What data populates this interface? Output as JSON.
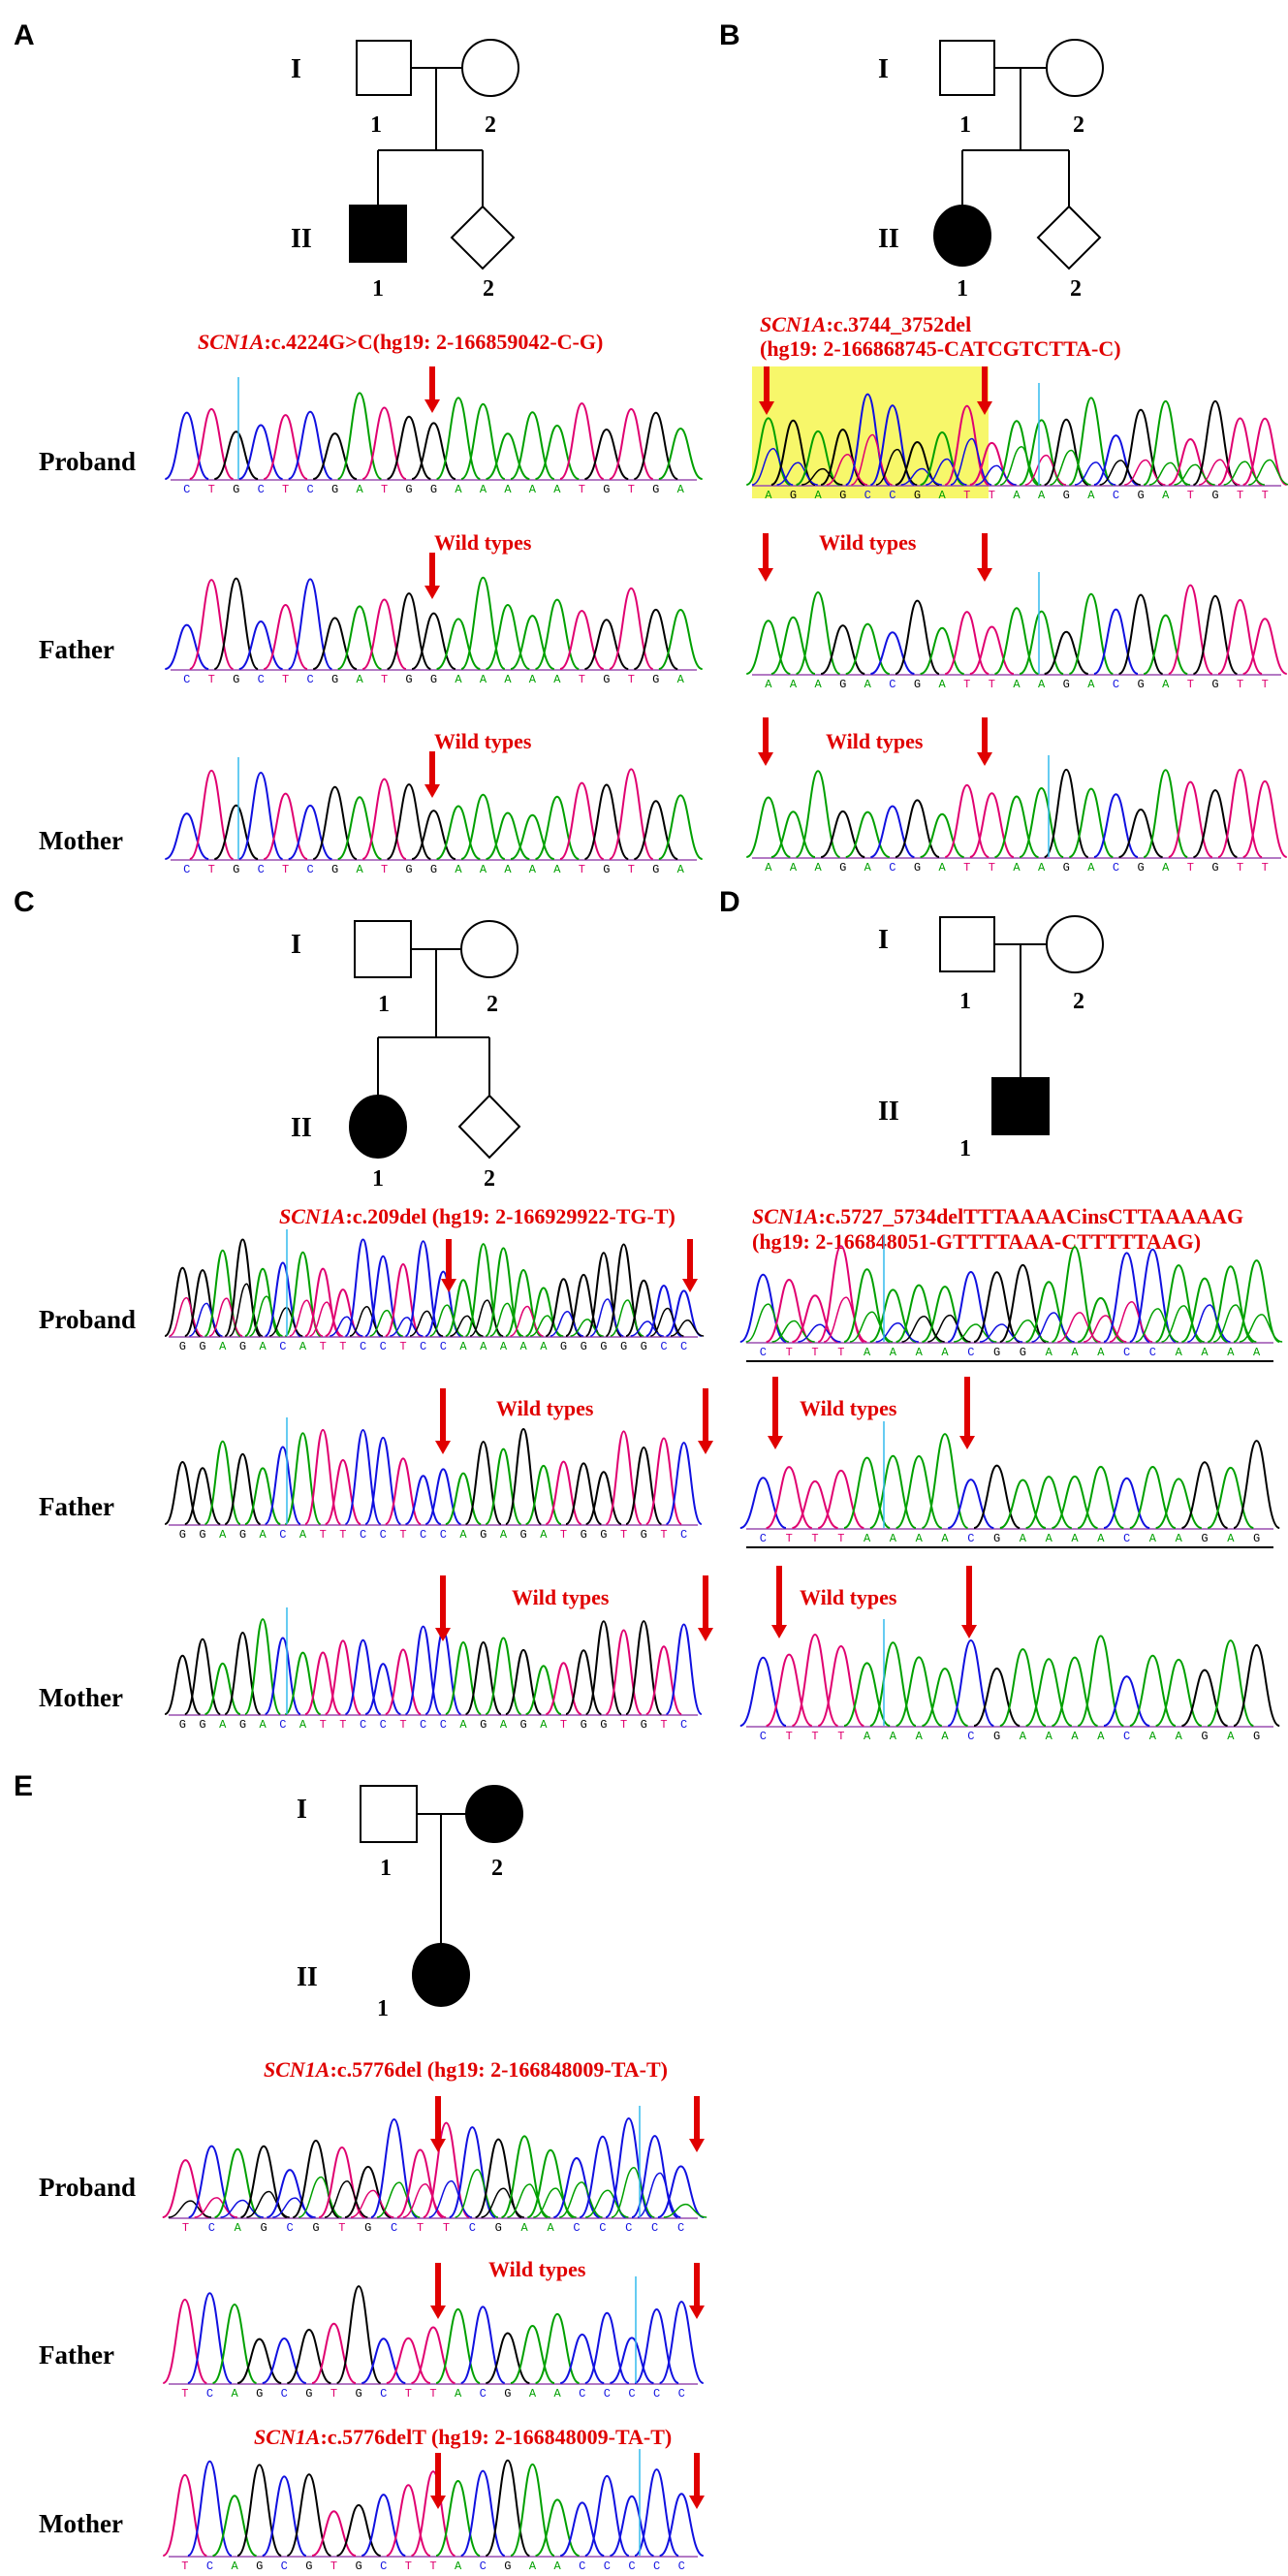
{
  "panels": {
    "A": {
      "letter": "A",
      "pedigree": {
        "gen1": "I",
        "gen2": "II",
        "father_id": "1",
        "mother_id": "2",
        "child1_id": "1",
        "child2_id": "2"
      },
      "mutation": {
        "gene": "SCN1A",
        "rest": ":c.4224G>C(hg19: 2-166859042-C-G)"
      },
      "wild_types": "Wild types",
      "rows": [
        {
          "label": "Proband",
          "bases": "CTGCTCGATGGAAAAATGTGA"
        },
        {
          "label": "Father",
          "bases": "CTGCTCGATGGAAAAATGTGA"
        },
        {
          "label": "Mother",
          "bases": "CTGCTCGATGGAAAAATGTGA"
        }
      ]
    },
    "B": {
      "letter": "B",
      "pedigree": {
        "gen1": "I",
        "gen2": "II",
        "father_id": "1",
        "mother_id": "2",
        "child1_id": "1",
        "child2_id": "2"
      },
      "mutation": {
        "gene": "SCN1A",
        "rest": ":c.3744_3752del",
        "line2": "(hg19: 2-166868745-CATCGTCTTA-C)"
      },
      "wild_types": "Wild types",
      "rows": [
        {
          "label": "",
          "bases": "AGAGCCGATTAAGACGATGTT"
        },
        {
          "label": "",
          "bases": "AAAGACGATTAAGACGATGTT"
        },
        {
          "label": "",
          "bases": "AAAGACGATTAAGACGATGTT"
        }
      ],
      "highlight_color": "#f7f76a"
    },
    "C": {
      "letter": "C",
      "pedigree": {
        "gen1": "I",
        "gen2": "II",
        "father_id": "1",
        "mother_id": "2",
        "child1_id": "1",
        "child2_id": "2"
      },
      "mutation": {
        "gene": "SCN1A",
        "rest": ":c.209del (hg19: 2-166929922-TG-T)"
      },
      "wild_types": "Wild types",
      "rows": [
        {
          "label": "Proband",
          "bases": "GGAGACATTCCTCCAAAAAGGGGGCC"
        },
        {
          "label": "Father",
          "bases": "GGAGACATTCCTCCAGAGATGGTGTC"
        },
        {
          "label": "Mother",
          "bases": "GGAGACATTCCTCCAGAGATGGTGTC"
        }
      ]
    },
    "D": {
      "letter": "D",
      "pedigree": {
        "gen1": "I",
        "gen2": "II",
        "father_id": "1",
        "mother_id": "2",
        "child1_id": "1"
      },
      "mutation": {
        "gene": "SCN1A",
        "rest": ":c.5727_5734delTTTAAAACinsCTTAAAAAG",
        "line2": "(hg19: 2-166848051-GTTTTAAA-CTTTTTAAG)"
      },
      "wild_types": "Wild types",
      "rows": [
        {
          "label": "",
          "bases": "CTTTAAAACGGAAACCAAAA"
        },
        {
          "label": "",
          "bases": "CTTTAAAACGAAAACAAGAG"
        },
        {
          "label": "",
          "bases": "CTTTAAAACGAAAACAAGAG"
        }
      ]
    },
    "E": {
      "letter": "E",
      "pedigree": {
        "gen1": "I",
        "gen2": "II",
        "father_id": "1",
        "mother_id": "2",
        "child1_id": "1"
      },
      "mutation": {
        "gene": "SCN1A",
        "rest": ":c.5776del (hg19: 2-166848009-TA-T)"
      },
      "mother_mutation": {
        "gene": "SCN1A",
        "rest": ":c.5776delT (hg19: 2-166848009-TA-T)"
      },
      "wild_types": "Wild types",
      "rows": [
        {
          "label": "Proband",
          "bases": "TCAGCGTGCTTCGAACCCCC"
        },
        {
          "label": "Father",
          "bases": "TCAGCGTGCTTACGAACCCCC"
        },
        {
          "label": "Mother",
          "bases": "TCAGCGTGCTTACGAACCCCC"
        }
      ]
    }
  },
  "colors": {
    "A": "#00a000",
    "C": "#1010e0",
    "G": "#000000",
    "T": "#e00070",
    "arrow": "#e00000",
    "marker": "#33bbee"
  }
}
